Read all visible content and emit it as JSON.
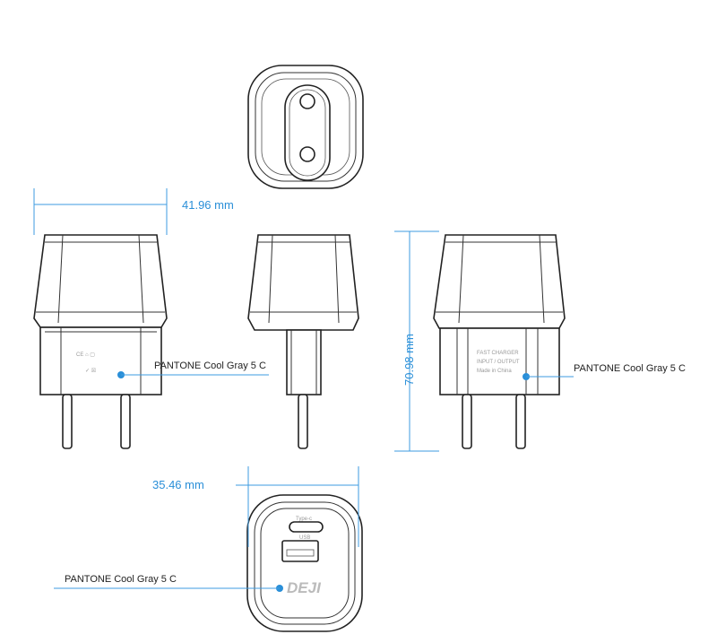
{
  "dimensions": {
    "width": "41.96 mm",
    "height": "70.98 mm",
    "depth": "35.46 mm"
  },
  "callouts": {
    "left_color": "PANTONE Cool Gray 5 C",
    "right_color": "PANTONE Cool Gray 5 C",
    "bottom_color": "PANTONE Cool Gray 5 C"
  },
  "ports": {
    "typec_label": "Type-c",
    "usb_label": "USB"
  },
  "logo": "DEJI",
  "colors": {
    "dimension": "#3d9be0",
    "outline": "#222222"
  }
}
